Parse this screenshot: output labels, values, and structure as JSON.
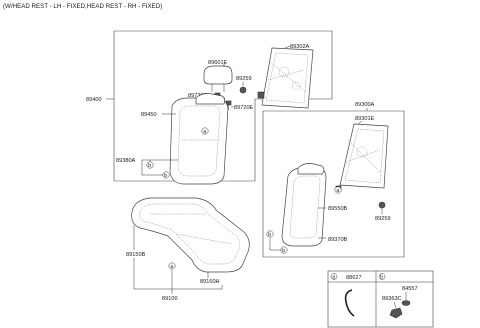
{
  "header": {
    "title": "(W/HEAD REST - LH - FIXED,HEAD REST - RH - FIXED)"
  },
  "labels": {
    "p89400": "89400",
    "p89302A": "89302A",
    "p89601E": "89601E",
    "p89259_top": "89259",
    "p89720F": "89720F",
    "p89720E": "89720E",
    "p89450": "89450",
    "p89380A": "89380A",
    "p89300A": "89300A",
    "p89301E": "89301E",
    "p89550B": "89550B",
    "p89259_right": "89259",
    "p89370B": "89370B",
    "p89150B": "89150B",
    "p89160H": "89160H",
    "p89100": "89100",
    "p88627": "88627",
    "p84557": "84557",
    "p89363C": "89363C"
  },
  "callouts": {
    "a": "a",
    "b": "b"
  }
}
